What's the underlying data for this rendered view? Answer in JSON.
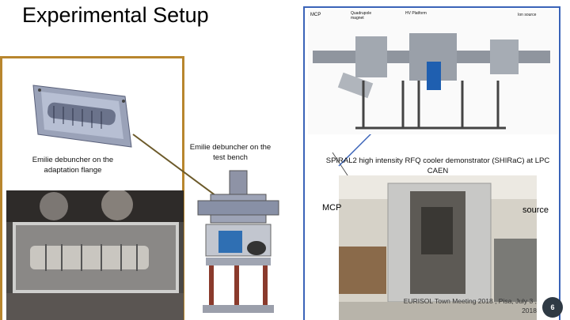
{
  "slide": {
    "title": "Experimental Setup",
    "slide_number": "6",
    "footer": "EURISOL Town Meeting 2018 , Pisa, July 3 , 2018"
  },
  "left_panel": {
    "label_flange": "Emilie debuncher on the adaptation flange",
    "label_bench": "Emilie debuncher on the test bench"
  },
  "right_panel": {
    "caption": "SPIRAL2 high intensity RFQ cooler demonstrator (SHIRaC) at LPC CAEN",
    "mcp_label": "MCP",
    "source_label": "source",
    "diagram_labels": {
      "mcp": "MCP",
      "quadrupole": "Quadrupole magnet",
      "hv": "HV Platform",
      "source": "Ion source"
    }
  },
  "colors": {
    "left_border": "#b8862e",
    "right_border": "#3a63b8",
    "connector": "#6c5a2a"
  }
}
